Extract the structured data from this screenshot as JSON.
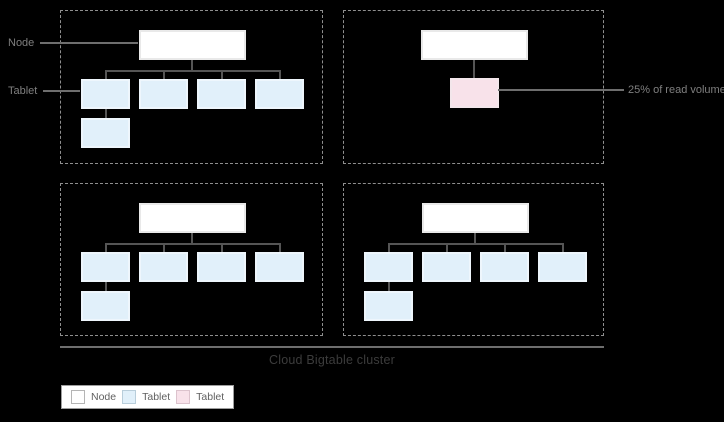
{
  "caption": "Cloud Bigtable cluster",
  "annotations": {
    "node_label": "Node",
    "tablet_label": "Tablet",
    "read_volume_label": "25% of read volume"
  },
  "legend": {
    "items": [
      {
        "label": "Node",
        "color": "#ffffff"
      },
      {
        "label": "Tablet",
        "color": "#e1f0fa"
      },
      {
        "label": "Tablet",
        "color": "#f8e2ea"
      }
    ]
  },
  "colors": {
    "background": "#000000",
    "node_fill": "#ffffff",
    "node_border": "#e9e9e9",
    "tablet_blue_fill": "#e1f0fa",
    "tablet_pink_fill": "#f8e2ea",
    "connector_line": "#555555",
    "leader_line": "#6e6e6e",
    "dashed_border": "#8f8f8f",
    "pointer_text": "#7f7f7f",
    "caption_text": "#3c3c3c",
    "legend_text": "#616161"
  },
  "servers": [
    {
      "position": "top-left",
      "nodes": 1,
      "blue_tablets": 5,
      "pink_tablets": 0
    },
    {
      "position": "top-right",
      "nodes": 1,
      "blue_tablets": 0,
      "pink_tablets": 1,
      "annotation": "25% of read volume"
    },
    {
      "position": "bottom-left",
      "nodes": 1,
      "blue_tablets": 5,
      "pink_tablets": 0
    },
    {
      "position": "bottom-right",
      "nodes": 1,
      "blue_tablets": 5,
      "pink_tablets": 0
    }
  ]
}
